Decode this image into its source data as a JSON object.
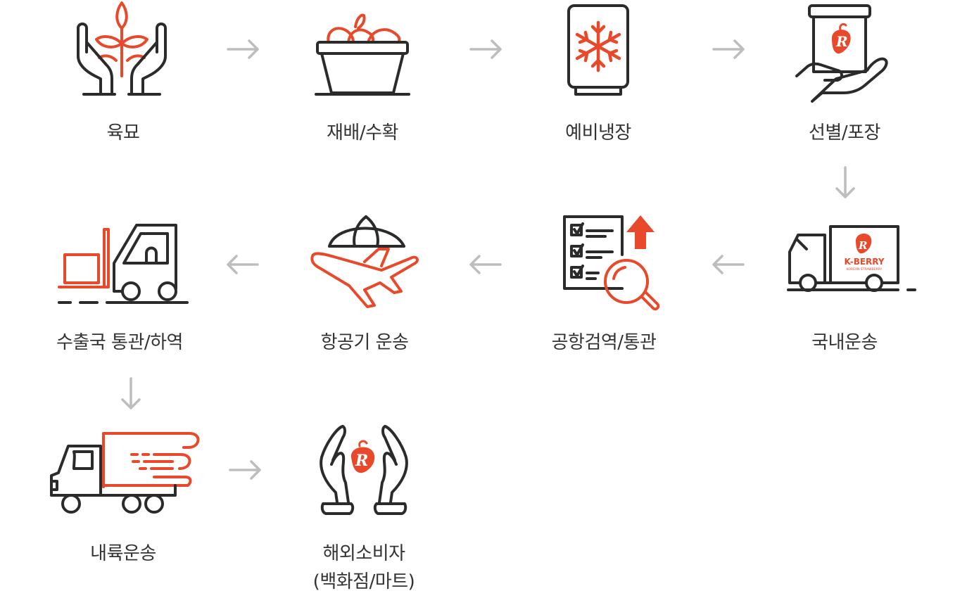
{
  "colors": {
    "accent": "#e8492b",
    "stroke": "#2b2b2b",
    "arrow": "#bdbdbd",
    "text": "#333333"
  },
  "steps": [
    {
      "id": "seedling",
      "label": "육묘",
      "icon": "hands-seedling-icon"
    },
    {
      "id": "cultivation",
      "label": "재배/수확",
      "icon": "basket-icon"
    },
    {
      "id": "precooling",
      "label": "예비냉장",
      "icon": "refrigerator-icon"
    },
    {
      "id": "sorting",
      "label": "선별/포장",
      "icon": "hand-package-icon"
    },
    {
      "id": "domestic",
      "label": "국내운송",
      "icon": "truck-icon"
    },
    {
      "id": "quarantine",
      "label": "공항검역/통관",
      "icon": "checklist-search-icon"
    },
    {
      "id": "air",
      "label": "항공기 운송",
      "icon": "airplane-globe-icon"
    },
    {
      "id": "customs",
      "label": "수출국 통관/하역",
      "icon": "forklift-icon"
    },
    {
      "id": "inland",
      "label": "내륙운송",
      "icon": "fast-truck-icon"
    },
    {
      "id": "consumer",
      "label": "해외소비자",
      "label2": "(백화점/마트)",
      "icon": "hands-strawberry-icon"
    }
  ],
  "brand": {
    "name": "K-BERRY",
    "sub": "KOREAN STRAWBERRY",
    "mark": "R"
  }
}
